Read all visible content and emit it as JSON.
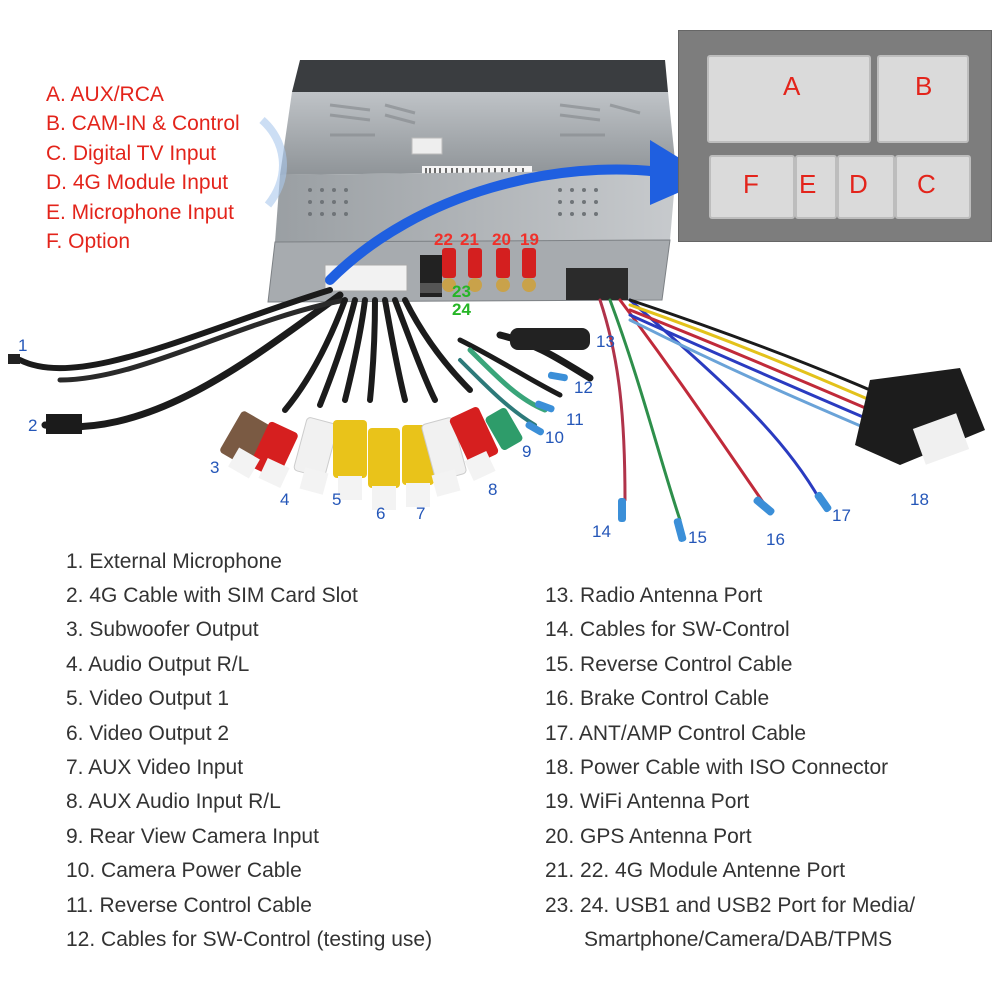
{
  "connector_legend": [
    "A. AUX/RCA",
    "B. CAM-IN & Control",
    "C. Digital TV Input",
    "D. 4G Module Input",
    "E. Microphone Input",
    "F. Option"
  ],
  "inset_slots": {
    "top": [
      "A",
      "B"
    ],
    "bottom": [
      "F",
      "E",
      "D",
      "C"
    ]
  },
  "port_labels_red": [
    "22",
    "21",
    "20",
    "19"
  ],
  "port_labels_green": [
    "23",
    "24"
  ],
  "callouts": [
    "1",
    "2",
    "3",
    "4",
    "5",
    "6",
    "7",
    "8",
    "9",
    "10",
    "11",
    "12",
    "13",
    "14",
    "15",
    "16",
    "17",
    "18"
  ],
  "parts_left": [
    "1. External Microphone",
    "2. 4G Cable with SIM Card Slot",
    "3. Subwoofer Output",
    "4. Audio Output R/L",
    "5. Video Output 1",
    "6. Video Output 2",
    "7. AUX Video Input",
    "8. AUX Audio Input R/L",
    "9. Rear View Camera Input",
    "10. Camera Power Cable",
    "11. Reverse Control Cable",
    "12. Cables for SW-Control (testing use)"
  ],
  "parts_right": [
    "13. Radio Antenna Port",
    "14. Cables for SW-Control",
    "15. Reverse Control Cable",
    "16. Brake Control Cable",
    "17. ANT/AMP Control Cable",
    "18. Power Cable with ISO Connector",
    "19. WiFi Antenna Port",
    "20. GPS Antenna Port",
    "21. 22. 4G Module Antenne Port",
    "23. 24. USB1 and USB2 Port for Media/",
    "Smartphone/Camera/DAB/TPMS"
  ],
  "colors": {
    "legend_red": "#e3241b",
    "callout_blue": "#2456b8",
    "arrow_blue": "#1f5fe0",
    "text_gray": "#333333",
    "port_green": "#26b526"
  }
}
